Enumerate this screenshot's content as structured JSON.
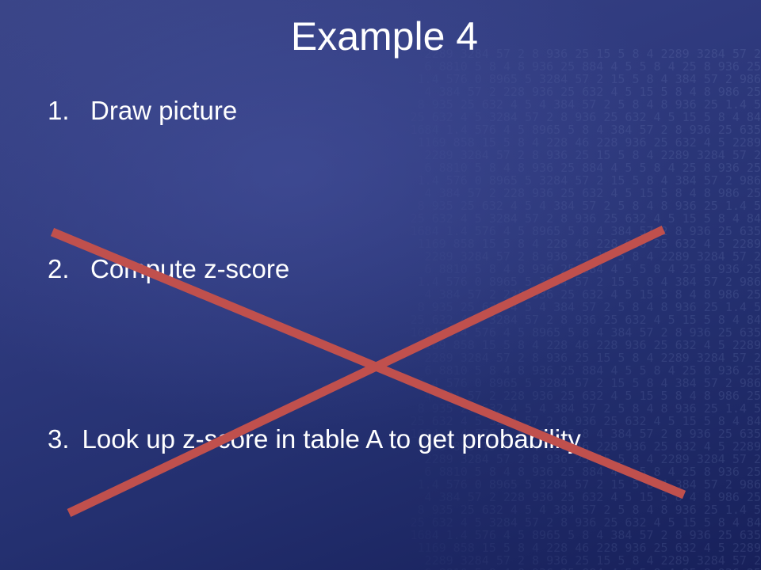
{
  "slide": {
    "title": "Example 4",
    "items": [
      {
        "number": "1.",
        "text": "Draw picture"
      },
      {
        "number": "2.",
        "text": "Compute z-score"
      },
      {
        "number": "3.",
        "text": "Look up z-score in table A to get probability"
      }
    ]
  },
  "colors": {
    "background_dark": "#17205a",
    "background_light": "#3a4588",
    "text": "#ffffff",
    "cross": "#c0504d"
  },
  "decorations": {
    "cross_mark": "x-mark-icon",
    "background_texture": "number-grid-texture",
    "texture_digits": [
      "2289 3284 57 2 8 936 25 15 5 8 4 2289 3284 57 2",
      "6 8810 5 8 4 8 936 25 884 4 5 5 8 4 25 8 936 25",
      "1.4 576 0 8965 5 3284 57 2 15 5 8 4 384 57 2 986",
      "4 384 57 2 228 936 25 632 4 5 15 5 8 4 8 986 25",
      "8 935 25 632 4 5 4 384 57 2 5 8 4 8 936 25 1.4 5",
      "25 632 4 5 3284 57 2 8 936 25 632 4 5 15 5 8 4 84",
      "1684 1.4 576 4 5 8965 5 8 4 384 57 2 8 936 25 635",
      "1169 858 15 5 8 4 228 46 228 936 25 632 4 5 2289"
    ]
  }
}
